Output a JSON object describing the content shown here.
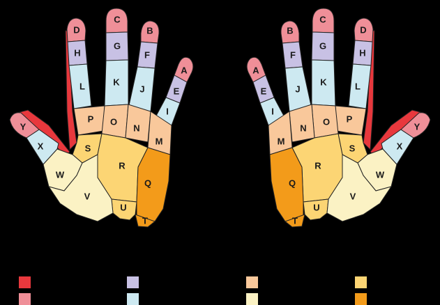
{
  "zones": {
    "A": "A",
    "B": "B",
    "C": "C",
    "D": "D",
    "E": "E",
    "F": "F",
    "G": "G",
    "H": "H",
    "I": "I",
    "J": "J",
    "K": "K",
    "L": "L",
    "M": "M",
    "N": "N",
    "O": "O",
    "P": "P",
    "Q": "Q",
    "R": "R",
    "S": "S",
    "T": "T",
    "U": "U",
    "V": "V",
    "W": "W",
    "X": "X",
    "Y": "Y"
  },
  "colors": {
    "background": "#000000",
    "red": "#e8383d",
    "pink": "#ef8f98",
    "lavender": "#c8c1e4",
    "light_blue": "#cde9f1",
    "peach": "#f9c89b",
    "light_yellow": "#fbf2c4",
    "yellow": "#fcd574",
    "orange": "#f39b1a"
  },
  "legend": {
    "swatches": [
      {
        "color": "#e8383d"
      },
      {
        "color": "#ef8f98"
      },
      {
        "color": "#c8c1e4"
      },
      {
        "color": "#cde9f1"
      },
      {
        "color": "#f9c89b"
      },
      {
        "color": "#fbf2c4"
      },
      {
        "color": "#fcd574"
      },
      {
        "color": "#f39b1a"
      }
    ]
  }
}
